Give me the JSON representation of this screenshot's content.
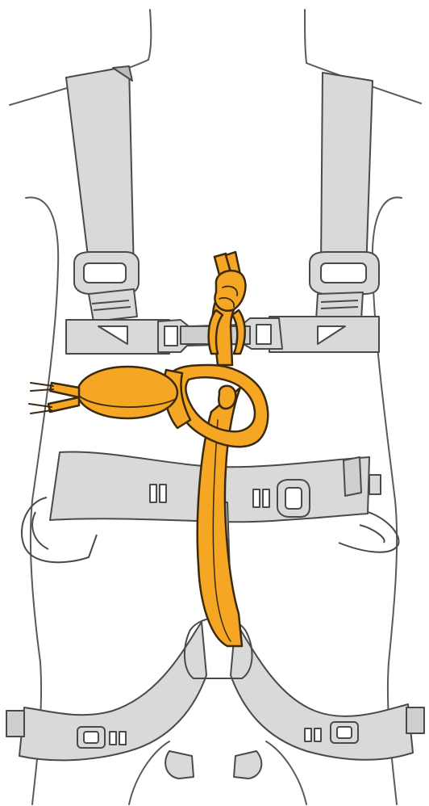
{
  "illustration": {
    "subject": "full-body-harness-with-chest-ascender-and-lanyard",
    "colors": {
      "background": "#ffffff",
      "outline": "#4a4a4a",
      "body_outline": "#5a5a5a",
      "webbing_fill": "#d9d9d9",
      "webbing_dark": "#bdbdbd",
      "rope_fill": "#f5a623",
      "rope_outline": "#3a2a10"
    },
    "icons": [
      "torso-outline",
      "shoulder-strap-left",
      "shoulder-strap-right",
      "chest-strap",
      "chest-buckle",
      "waist-belt",
      "belay-loop",
      "leg-loop-left",
      "leg-loop-right",
      "orange-lanyard",
      "orange-pad",
      "lanyard-knot"
    ]
  }
}
